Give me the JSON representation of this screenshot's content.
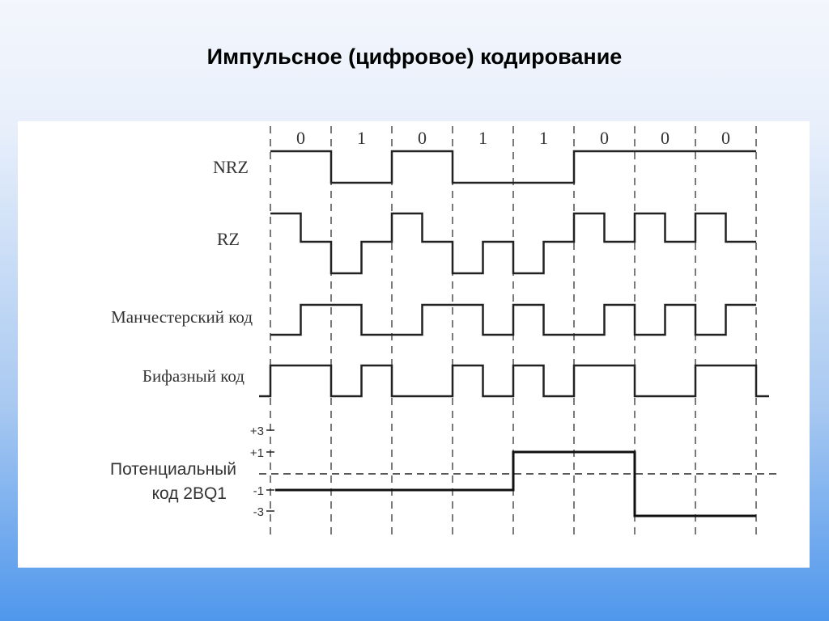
{
  "title": "Импульсное (цифровое) кодирование",
  "diagram": {
    "bits": [
      "0",
      "1",
      "0",
      "1",
      "1",
      "0",
      "0",
      "0"
    ],
    "signals": {
      "nrz": {
        "label": "NRZ",
        "levels": [
          1,
          0,
          1,
          0,
          0,
          1,
          1,
          1
        ]
      },
      "rz": {
        "label": "RZ",
        "half_levels": [
          1,
          0,
          -1,
          0,
          1,
          0,
          -1,
          0,
          -1,
          0,
          1,
          0,
          1,
          0,
          1,
          0
        ]
      },
      "manchester": {
        "label": "Манчестерский код",
        "half_levels": [
          0,
          1,
          1,
          0,
          0,
          1,
          1,
          0,
          1,
          0,
          0,
          1,
          0,
          1,
          0,
          1
        ]
      },
      "biphase": {
        "label": "Бифазный код",
        "half_levels": [
          1,
          1,
          0,
          1,
          0,
          0,
          1,
          0,
          1,
          0,
          1,
          1,
          0,
          0,
          1,
          1
        ]
      },
      "twobq1": {
        "label_line1": "Потенциальный",
        "label_line2": "код 2BQ1",
        "level_ticks": [
          "+3",
          "+1",
          "-1",
          "-3"
        ],
        "symbol_levels": [
          -1,
          -1,
          1,
          -3
        ]
      }
    }
  }
}
